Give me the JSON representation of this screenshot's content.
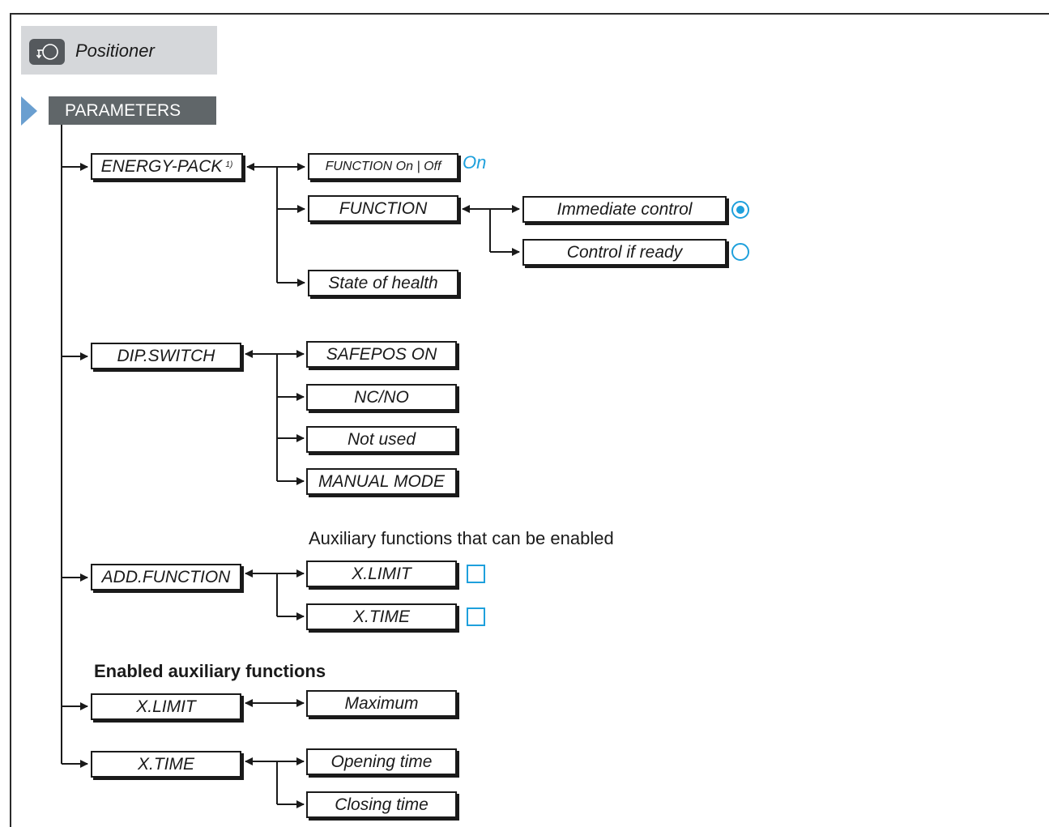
{
  "header": {
    "title": "Positioner",
    "icon": "positioner-icon"
  },
  "section": {
    "label": "PARAMETERS"
  },
  "energy_pack": {
    "label": "ENERGY-PACK",
    "footnote": "1)",
    "function_onoff": {
      "label": "FUNCTION On | Off",
      "value": "On"
    },
    "function": {
      "label": "FUNCTION",
      "options": [
        {
          "label": "Immediate control",
          "selected": true
        },
        {
          "label": "Control if ready",
          "selected": false
        }
      ]
    },
    "state_of_health": "State of health"
  },
  "dip_switch": {
    "label": "DIP.SWITCH",
    "items": [
      "SAFEPOS ON",
      "NC/NO",
      "Not used",
      "MANUAL MODE"
    ]
  },
  "add_function": {
    "note": "Auxiliary functions that can be enabled",
    "label": "ADD.FUNCTION",
    "items": [
      {
        "label": "X.LIMIT",
        "checked": false
      },
      {
        "label": "X.TIME",
        "checked": false
      }
    ]
  },
  "enabled": {
    "note": "Enabled auxiliary functions",
    "x_limit": {
      "label": "X.LIMIT",
      "child": "Maximum"
    },
    "x_time": {
      "label": "X.TIME",
      "children": [
        "Opening time",
        "Closing time"
      ]
    }
  },
  "colors": {
    "accent": "#1ea0dc",
    "bar": "#606669",
    "marker": "#6a9fd0",
    "header_bg": "#d5d7da"
  }
}
